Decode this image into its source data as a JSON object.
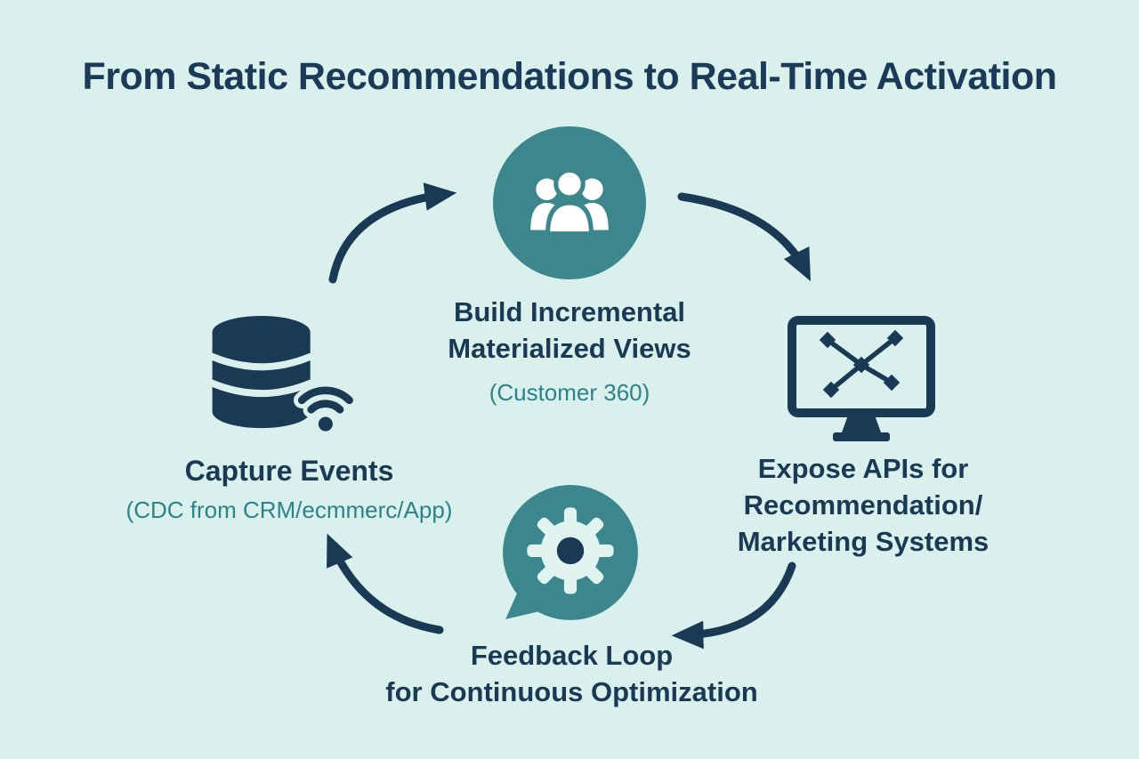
{
  "title": "From Static Recommendations to Real-Time Activation",
  "colors": {
    "background": "#d9f0ec",
    "navy": "#1a3954",
    "teal": "#3c868e",
    "teal_text": "#2d828a"
  },
  "nodes": {
    "build": {
      "line1": "Build Incremental",
      "line2": "Materialized Views",
      "sublabel": "(Customer 360)",
      "icon": "people-group-icon"
    },
    "expose": {
      "line1": "Expose APIs for",
      "line2": "Recommendation/",
      "line3": "Marketing Systems",
      "icon": "monitor-network-icon"
    },
    "feedback": {
      "line1": "Feedback Loop",
      "line2": "for Continuous Optimization",
      "icon": "gear-chat-icon"
    },
    "capture": {
      "line1": "Capture Events",
      "sublabel": "(CDC from CRM/ecmmerc/App)",
      "icon": "database-wifi-icon"
    }
  },
  "arrows": [
    "capture-to-build",
    "build-to-expose",
    "expose-to-feedback",
    "feedback-to-capture"
  ]
}
